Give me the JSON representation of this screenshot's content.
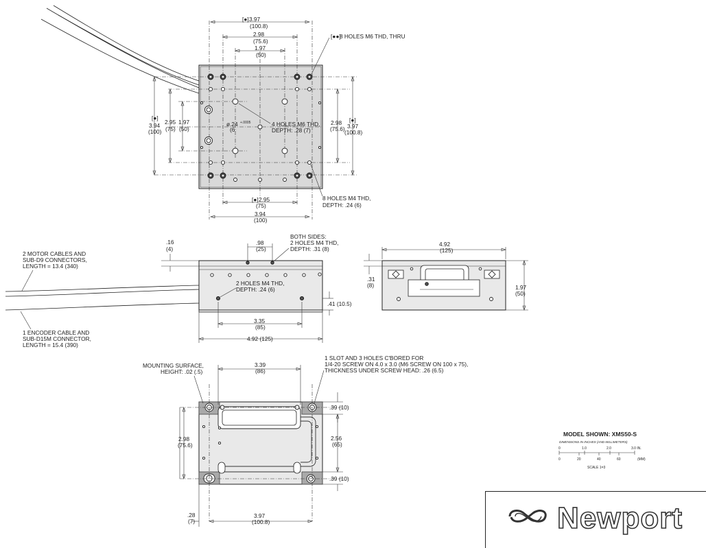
{
  "top_view": {
    "dim_397": "3.97",
    "dim_1008": "(100.8)",
    "dim_298": "2.98",
    "dim_756": "(75.6)",
    "dim_197": "1.97",
    "dim_50": "(50)",
    "holes_m6_thru": "8 HOLES M6 THD, THRU",
    "holes_m6_thd_1": "4 HOLES M6 THD,",
    "holes_m6_thd_2": "DEPTH: .28 (7)",
    "dia_024": "ø.24",
    "dia_tol": "+.0005",
    "dia_6": "(6",
    "left_394": "3.94",
    "left_100": "(100)",
    "left_295": "2.95",
    "left_75": "(75)",
    "left_197": "1.97",
    "left_50": "(50)",
    "right_298": "2.98",
    "right_756": "(75.6)",
    "right_397": "3.97",
    "right_1008": "(100.8)",
    "holes_m4_1": "8 HOLES M4 THD,",
    "holes_m4_2": "DEPTH: .24 (6)",
    "bot_295": "2.95",
    "bot_75": "(75)",
    "bot_394": "3.94",
    "bot_100": "(100)"
  },
  "side_view": {
    "d016": ".16",
    "d4": "(4)",
    "d098": ".98",
    "d25": "(25)",
    "both_1": "BOTH SIDES:",
    "both_2": "2 HOLES M4 THD,",
    "both_3": "DEPTH: .31 (8)",
    "motor_1": "2 MOTOR CABLES AND",
    "motor_2": "SUB-D9 CONNECTORS,",
    "motor_3": "LENGTH = 13.4 (340)",
    "m4_1": "2 HOLES M4 THD,",
    "m4_2": "DEPTH: .24 (6)",
    "d041": ".41 (10.5)",
    "enc_1": "1 ENCODER CABLE AND",
    "enc_2": "SUB-D15M CONNECTOR,",
    "enc_3": "LENGTH = 15.4 (390)",
    "d335": "3.35",
    "d85": "(85)",
    "d492": "4.92 (125)"
  },
  "end_view": {
    "d492": "4.92",
    "d125": "(125)",
    "d031": ".31",
    "d8": "(8)",
    "d197": "1.97",
    "d50": "(50)"
  },
  "bottom_view": {
    "mount_1": "MOUNTING SURFACE,",
    "mount_2": "HEIGHT: .02 (.5)",
    "d339": "3.39",
    "d86": "(86)",
    "slot_1": "1 SLOT AND 3 HOLES C'BORED FOR",
    "slot_2": "1/4-20 SCREW ON 4.0 x 3.0 (M6 SCREW ON 100 x 75),",
    "slot_3": "THICKNESS UNDER SCREW HEAD: .26 (6.5)",
    "d039a": ".39 (10)",
    "d298": "2.98",
    "d756": "(75.6)",
    "d256": "2.56",
    "d65": "(65)",
    "d039b": ".39 (10)",
    "d028": ".28",
    "d7": "(7)",
    "d397": "3.97",
    "d1008": "(100.8)"
  },
  "scale_block": {
    "model": "MODEL SHOWN: XMS50-S",
    "dims": "DIMENSIONS IN INCHES (AND MILLIMETERS)",
    "in_0": "0",
    "in_1": "1.0",
    "in_2": "2.0",
    "in_3": "3.0 IN.",
    "mm_0": "0",
    "mm_20": "20",
    "mm_40": "40",
    "mm_60": "60",
    "mm_unit": "(MM)",
    "scale": "SCALE 1=3"
  },
  "logo": {
    "brand": "Newport",
    "mark": "logo-mark"
  }
}
